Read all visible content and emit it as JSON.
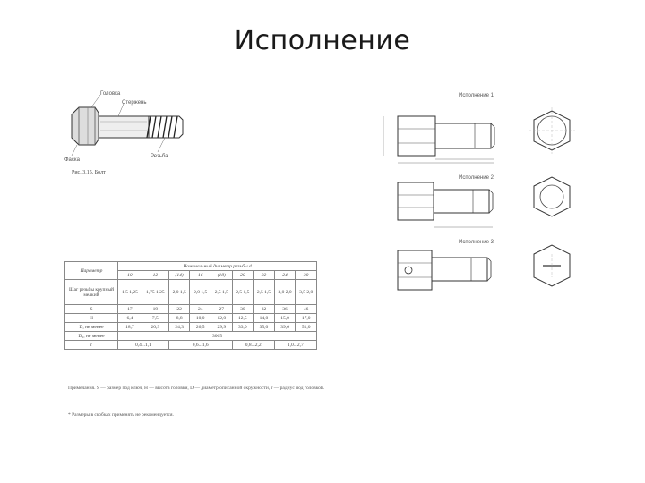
{
  "slide": {
    "title": "Исполнение"
  },
  "bolt_figure": {
    "caption": "Рис. 3.15. Болт",
    "labels": [
      "Головка",
      "Стержень",
      "Фаска",
      "Резьба"
    ]
  },
  "variants": [
    {
      "label": "Исполнение 1"
    },
    {
      "label": "Исполнение 2"
    },
    {
      "label": "Исполнение 3"
    }
  ],
  "table": {
    "param_header": "Параметр",
    "group_header": "Номинальный диаметр резьбы d",
    "columns": [
      "10",
      "12",
      "(14)",
      "16",
      "(18)",
      "20",
      "22",
      "24",
      "30"
    ],
    "rows": [
      {
        "label": "Шаг резьбы крупный мелкий",
        "cells": [
          "1,5 1,25",
          "1,75 1,25",
          "2,0 1,5",
          "2,0 1,5",
          "2,5 1,5",
          "2,5 1,5",
          "2,5 1,5",
          "3,0 2,0",
          "3,5 2,0"
        ]
      },
      {
        "label": "S",
        "cells": [
          "17",
          "19",
          "22",
          "24",
          "27",
          "30",
          "32",
          "36",
          "46"
        ]
      },
      {
        "label": "H",
        "cells": [
          "6,4",
          "7,5",
          "8,8",
          "10,0",
          "12,0",
          "12,5",
          "14,0",
          "15,0",
          "17,0"
        ]
      },
      {
        "label": "D, не менее",
        "cells": [
          "18,7",
          "20,9",
          "24,3",
          "26,5",
          "29,9",
          "33,0",
          "35,0",
          "39,6",
          "51,0"
        ]
      },
      {
        "label": "D₁, не менее",
        "cells": [
          "",
          "",
          "",
          "",
          "3065",
          "",
          "",
          "",
          ""
        ]
      },
      {
        "label": "r",
        "cells": [
          "0,4...1,1",
          "",
          "0,6...1,6",
          "",
          "",
          "0,8...2,2",
          "",
          "1,0...2,7",
          ""
        ]
      }
    ]
  },
  "notes": {
    "legend": "Примечания. S — размер под ключ, H — высота головки, D — диаметр описанной окружности, r — радиус под головкой.",
    "footnote": "* Размеры в скобках применять не рекомендуется."
  }
}
